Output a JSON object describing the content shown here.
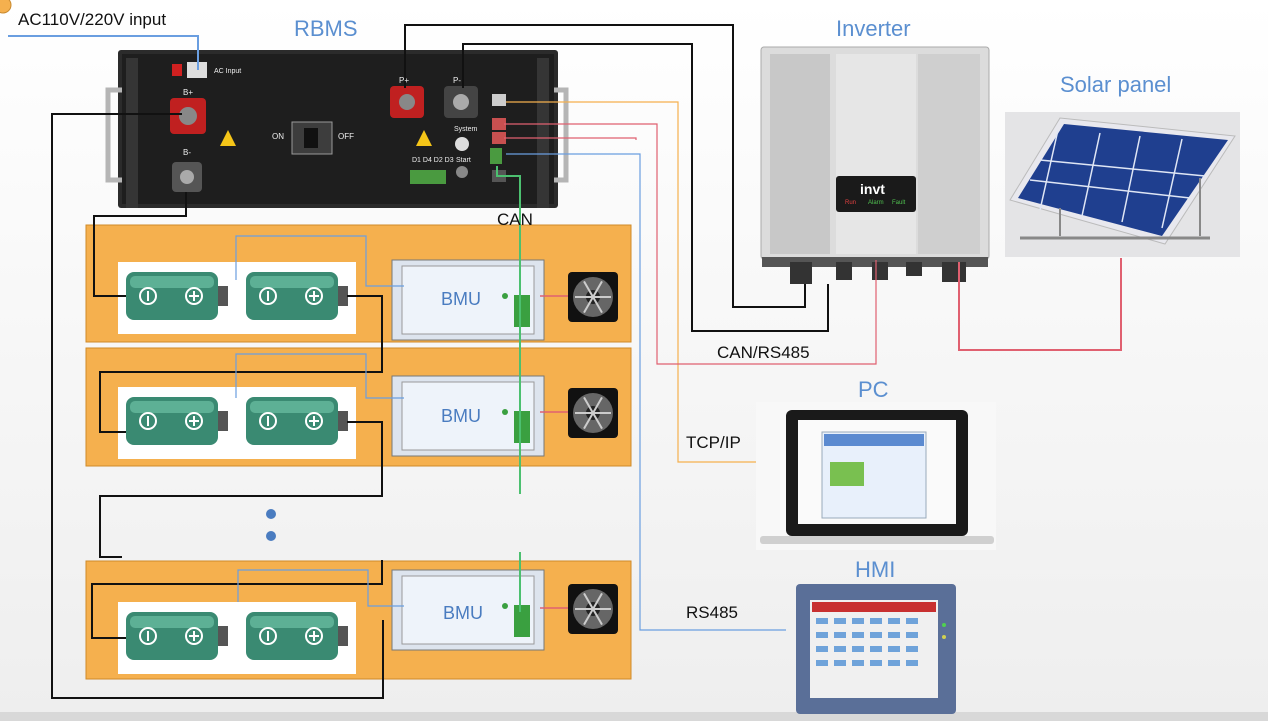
{
  "labels": {
    "ac_input": "AC110V/220V input",
    "rbms": "RBMS",
    "inverter": "Inverter",
    "solar_panel": "Solar panel",
    "pc": "PC",
    "hmi": "HMI",
    "can": "CAN",
    "can_rs485": "CAN/RS485",
    "tcp_ip": "TCP/IP",
    "rs485": "RS485",
    "bmu": "BMU"
  },
  "rbms_panel": {
    "on": "ON",
    "off": "OFF",
    "b_plus": "B+",
    "b_minus": "B-",
    "p_plus": "P+",
    "p_minus": "P-",
    "ac_input_small": "AC Input",
    "system": "System",
    "start": "Start",
    "di_labels": "D1 D4 D2 D3"
  },
  "inverter_panel": {
    "brand": "invt",
    "status_run": "Run",
    "status_alarm": "Alarm",
    "status_fault": "Fault"
  },
  "colors": {
    "battery_row": "#f5b04e",
    "can_line": "#4cc070",
    "blue_line": "#6a9ee0",
    "pink_line": "#e06070",
    "orange_line": "#f5b04e",
    "title_blue": "#5b8fd0"
  }
}
